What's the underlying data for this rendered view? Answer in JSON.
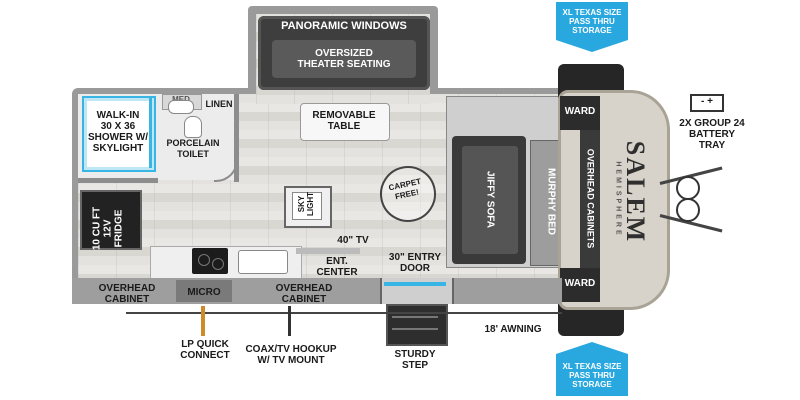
{
  "labels": {
    "panoramic_windows": "PANORAMIC WINDOWS",
    "theater_seating": "OVERSIZED\nTHEATER SEATING",
    "removable_table": "REMOVABLE\nTABLE",
    "walk_in_shower": "WALK-IN\n30 X 36\nSHOWER W/\nSKYLIGHT",
    "med": "MED",
    "linen": "LINEN",
    "porcelain_toilet": "PORCELAIN\nTOILET",
    "fridge": "10 CU FT\n12V\nFRIDGE",
    "skylight": "SKY\nLIGHT",
    "carpet_free": "CARPET\nFREE!",
    "jiffy_sofa": "JIFFY SOFA",
    "murphy_bed": "MURPHY BED",
    "overhead_cabinets": "OVERHEAD CABINETS",
    "ward_top": "WARD",
    "ward_bottom": "WARD",
    "tv_40": "40\" TV",
    "ent_center": "ENT.\nCENTER",
    "entry_door": "30\" ENTRY\nDOOR",
    "overhead_cabinet_left": "OVERHEAD\nCABINET",
    "micro": "MICRO",
    "overhead_cabinet_mid": "OVERHEAD\nCABINET",
    "awning": "18' AWNING",
    "lp_quick_connect": "LP QUICK\nCONNECT",
    "coax_tv": "COAX/TV HOOKUP\nW/ TV MOUNT",
    "sturdy_step": "STURDY\nSTEP",
    "battery_tray": "2X GROUP 24\nBATTERY\nTRAY",
    "battery_symbols": "- +",
    "storage_top": "XL TEXAS SIZE\nPASS THRU\nSTORAGE",
    "storage_bottom": "XL TEXAS SIZE\nPASS THRU\nSTORAGE",
    "brand": "SALEM",
    "brand_sub": "HEMISPHERE"
  },
  "colors": {
    "storage_arrow": "#29a8e0",
    "wall": "#8d8d8d",
    "shower_accent": "#37b6e6",
    "dark_furniture": "#3a3a3a",
    "cap_shell": "#b9b4a8"
  }
}
